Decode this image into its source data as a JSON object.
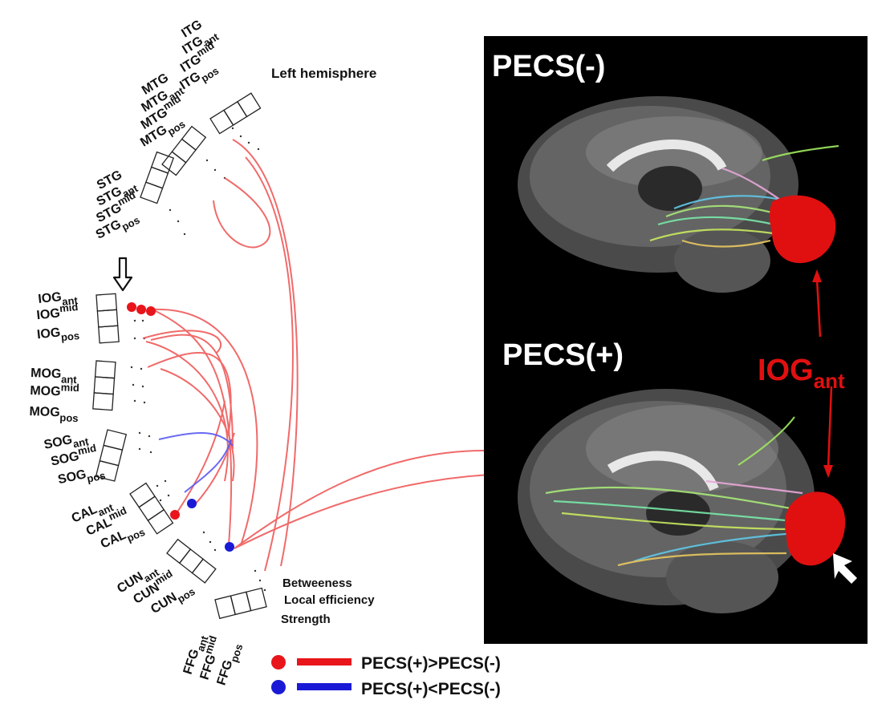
{
  "header": {
    "hemisphere_label": "Left hemisphere"
  },
  "measures": [
    "Betweeness",
    "Local efficiency",
    "Strength"
  ],
  "regions": [
    {
      "key": "ITG",
      "labels": [
        {
          "base": "ITG",
          "sub": ""
        },
        {
          "base": "ITG",
          "sub": "ant"
        },
        {
          "base": "ITG",
          "sub": "mid"
        },
        {
          "base": "ITG",
          "sub": "pos"
        }
      ]
    },
    {
      "key": "MTG",
      "labels": [
        {
          "base": "MTG",
          "sub": ""
        },
        {
          "base": "MTG",
          "sub": "ant"
        },
        {
          "base": "MTG",
          "sub": "mid"
        },
        {
          "base": "MTG",
          "sub": "pos"
        }
      ]
    },
    {
      "key": "STG",
      "labels": [
        {
          "base": "STG",
          "sub": ""
        },
        {
          "base": "STG",
          "sub": "ant"
        },
        {
          "base": "STG",
          "sub": "mid"
        },
        {
          "base": "STG",
          "sub": "pos"
        }
      ]
    },
    {
      "key": "IOG",
      "labels": [
        {
          "base": "IOG",
          "sub": "ant"
        },
        {
          "base": "IOG",
          "sub": "mid"
        },
        {
          "base": "IOG",
          "sub": "pos"
        }
      ]
    },
    {
      "key": "MOG",
      "labels": [
        {
          "base": "MOG",
          "sub": "ant"
        },
        {
          "base": "MOG",
          "sub": "mid"
        },
        {
          "base": "MOG",
          "sub": "pos"
        }
      ]
    },
    {
      "key": "SOG",
      "labels": [
        {
          "base": "SOG",
          "sub": "ant"
        },
        {
          "base": "SOG",
          "sub": "mid"
        },
        {
          "base": "SOG",
          "sub": "pos"
        }
      ]
    },
    {
      "key": "CAL",
      "labels": [
        {
          "base": "CAL",
          "sub": "ant"
        },
        {
          "base": "CAL",
          "sub": "mid"
        },
        {
          "base": "CAL",
          "sub": "pos"
        }
      ]
    },
    {
      "key": "CUN",
      "labels": [
        {
          "base": "CUN",
          "sub": "ant"
        },
        {
          "base": "CUN",
          "sub": "mid"
        },
        {
          "base": "CUN",
          "sub": "pos"
        }
      ]
    },
    {
      "key": "FFG",
      "labels": [
        {
          "base": "FFG",
          "sub": "ant"
        },
        {
          "base": "FFG",
          "sub": "mid"
        },
        {
          "base": "FFG",
          "sub": "pos"
        }
      ]
    }
  ],
  "legend": {
    "greater": "PECS(+)>PECS(-)",
    "less": "PECS(+)<PECS(-)",
    "greater_color": "#e8151b",
    "less_color": "#1a1ad6"
  },
  "brain_panel": {
    "top_label": "PECS(-)",
    "bottom_label": "PECS(+)",
    "roi_label": "IOG",
    "roi_sub": "ant",
    "background": "#000000",
    "roi_color": "#e01010"
  }
}
